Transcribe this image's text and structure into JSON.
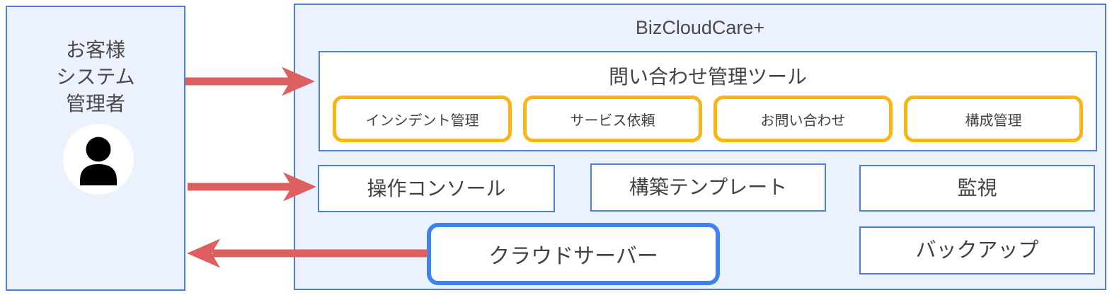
{
  "actor": {
    "label_lines": [
      "お客様",
      "システム",
      "管理者"
    ],
    "icon": "person-icon"
  },
  "service": {
    "title": "BizCloudCare+",
    "inquiry_tool": {
      "title": "問い合わせ管理ツール",
      "items": [
        {
          "label": "インシデント管理"
        },
        {
          "label": "サービス依頼"
        },
        {
          "label": "お問い合わせ"
        },
        {
          "label": "構成管理"
        }
      ]
    },
    "components": [
      {
        "id": "operation-console",
        "label": "操作コンソール",
        "style": "plain"
      },
      {
        "id": "build-template",
        "label": "構築テンプレート",
        "style": "plain"
      },
      {
        "id": "monitoring",
        "label": "監視",
        "style": "plain"
      },
      {
        "id": "cloud-server",
        "label": "クラウドサーバー",
        "style": "highlighted"
      },
      {
        "id": "backup",
        "label": "バックアップ",
        "style": "plain"
      }
    ]
  },
  "arrows": [
    {
      "from": "customer-admin",
      "to": "inquiry-tool",
      "direction": "right"
    },
    {
      "from": "customer-admin",
      "to": "operation-console",
      "direction": "right"
    },
    {
      "from": "cloud-server",
      "to": "customer-admin",
      "direction": "left"
    }
  ],
  "colors": {
    "panel_bg": "#ecf2fd",
    "border_blue": "#4c80d8",
    "highlight_blue": "#3d82ee",
    "accent_yellow": "#f9b514",
    "arrow_red": "#dd5f5f",
    "text_color": "#424242"
  }
}
